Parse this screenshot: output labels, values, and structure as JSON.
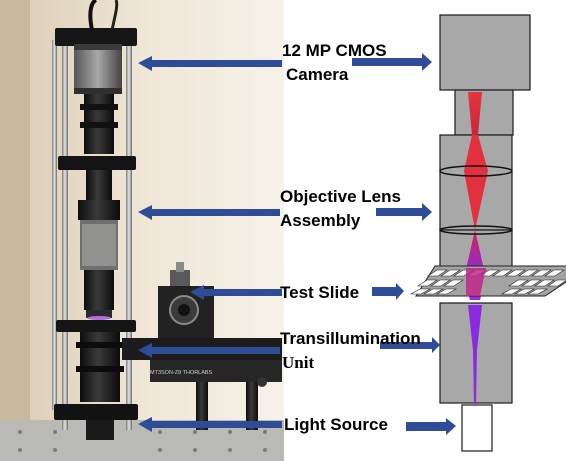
{
  "labels": {
    "camera_line1": "12 MP CMOS",
    "camera_line2": "Camera",
    "objective_line1": "Objective Lens",
    "objective_line2": "Assembly",
    "slide": "Test Slide",
    "transillum_line1": "Transillumination",
    "transillum_line2": "Unit",
    "light_source": "Light Source"
  },
  "photo_marking": "MT3SON-Z8   THORLABS",
  "colors": {
    "arrow": "#2e4d96",
    "schematic_gray": "#a6a6a6",
    "beam_red": "#e8323c",
    "beam_purple": "#8a2be2"
  }
}
